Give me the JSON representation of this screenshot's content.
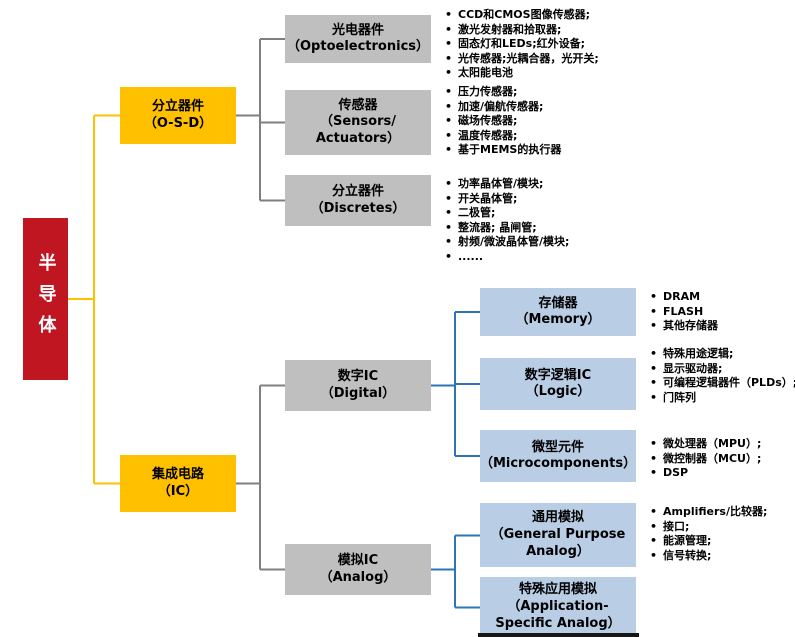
{
  "colors": {
    "root-bg": "#C01622",
    "root-text": "#FFFFFF",
    "level2-bg": "#FFC000",
    "level3-bg": "#BFBFBF",
    "level4-bg": "#B9CDE5",
    "line-yellow": "#FFC000",
    "line-gray": "#7F7F7F",
    "line-blue": "#2E75B6",
    "text": "#000000"
  },
  "root": {
    "label": "半导体"
  },
  "nodes": {
    "osd": {
      "title": "分立器件",
      "subtitle": "（O-S-D）"
    },
    "ic": {
      "title": "集成电路",
      "subtitle": "（IC）"
    },
    "opto": {
      "title": "光电器件",
      "subtitle": "（Optoelectronics）"
    },
    "sensors": {
      "title": "传感器",
      "subtitle": "（Sensors/ Actuators）"
    },
    "discretes": {
      "title": "分立器件",
      "subtitle": "（Discretes）"
    },
    "digital": {
      "title": "数字IC",
      "subtitle": "（Digital）"
    },
    "analog": {
      "title": "模拟IC",
      "subtitle": "（Analog）"
    },
    "memory": {
      "title": "存储器",
      "subtitle": "（Memory）"
    },
    "logic": {
      "title": "数字逻辑IC",
      "subtitle": "（Logic）"
    },
    "micro": {
      "title": "微型元件",
      "subtitle": "（Microcomponents）"
    },
    "gpa": {
      "title": "通用模拟",
      "subtitle": "（General Purpose Analog）"
    },
    "asa": {
      "title": "特殊应用模拟",
      "subtitle": "（Application-Specific Analog）"
    }
  },
  "lists": {
    "opto": [
      "CCD和CMOS图像传感器;",
      "激光发射器和拾取器;",
      "固态灯和LEDs;红外设备;",
      "光传感器;光耦合器，光开关;",
      "太阳能电池"
    ],
    "sensors": [
      "压力传感器;",
      "加速/偏航传感器;",
      "磁场传感器;",
      "温度传感器;",
      "基于MEMS的执行器"
    ],
    "discretes": [
      "功率晶体管/模块;",
      "开关晶体管;",
      "二极管;",
      "整流器; 晶闸管;",
      "射频/微波晶体管/模块;",
      "......"
    ],
    "memory": [
      "DRAM",
      "FLASH",
      "其他存储器"
    ],
    "logic": [
      "特殊用途逻辑;",
      "显示驱动器;",
      "可编程逻辑器件（PLDs）;",
      "门阵列"
    ],
    "micro": [
      "微处理器（MPU）;",
      "微控制器（MCU）;",
      "DSP"
    ],
    "gpa": [
      "Amplifiers/比较器;",
      "接口;",
      "能源管理;",
      "信号转换;"
    ]
  }
}
